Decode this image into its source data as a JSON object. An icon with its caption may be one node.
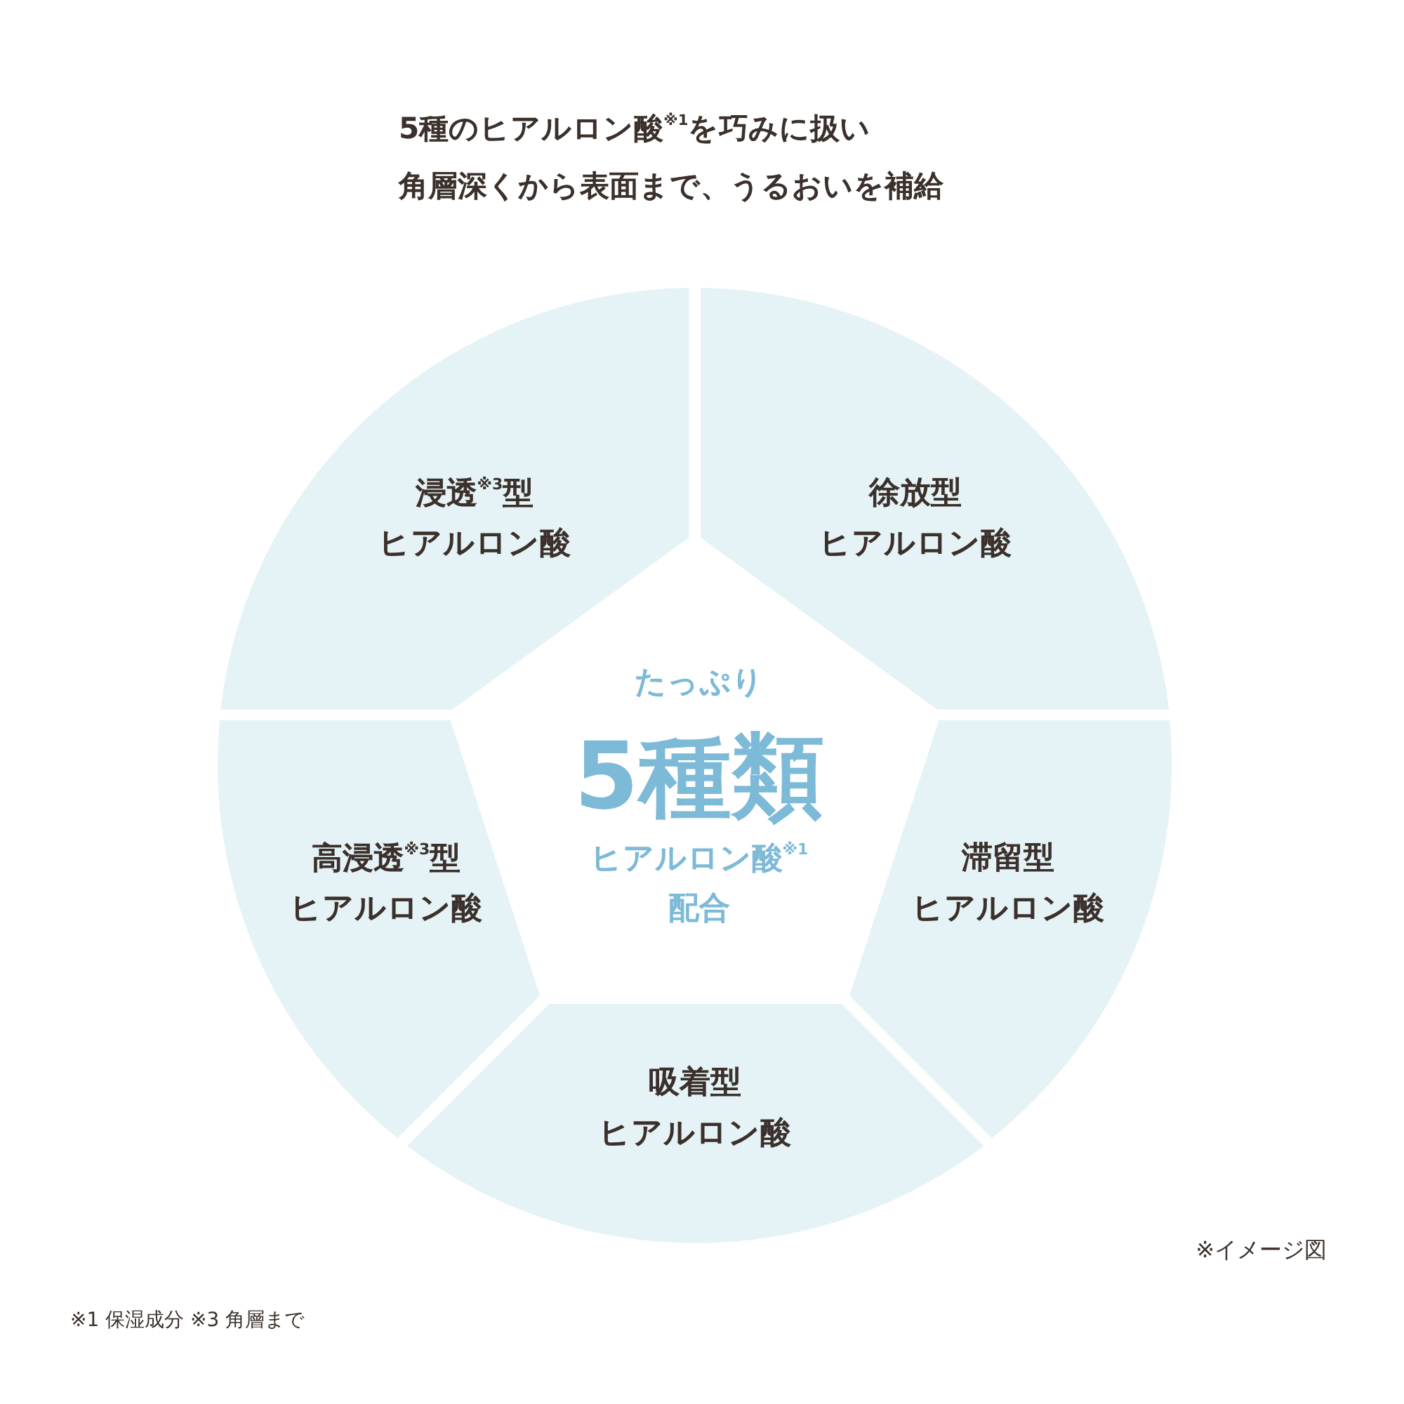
{
  "diagram": {
    "title": "5種のヒアルロン酸$^{※1}$を巧みに扱い",
    "nodes": [
      {
        "text": [
          "浸透$^{※3}$型",
          "ヒアルロン酸"
        ]
      },
      {
        "text": [
          "徐放型",
          "ヒアルロン酸"
        ]
      },
      {
        "text": [
          "たっぷり",
          "5種類",
          "ヒアルロン酸$^{※1}$",
          "配合"
        ]
      },
      {
        "text": [
          "高浸透$^{※3}$型",
          "ヒアルロン酸"
        ]
      },
      {
        "text": [
          "滞留型",
          "ヒアルロン酸"
        ]
      },
      {
        "text": [
          "吸着型",
          "ヒアルロン酸"
        ]
      }
    ],
    "labels": [
      "角層深くから表面まで、うるおいを補給",
      "※イメージ図",
      "※1 保湿成分 ※3 角層まで"
    ]
  }
}
